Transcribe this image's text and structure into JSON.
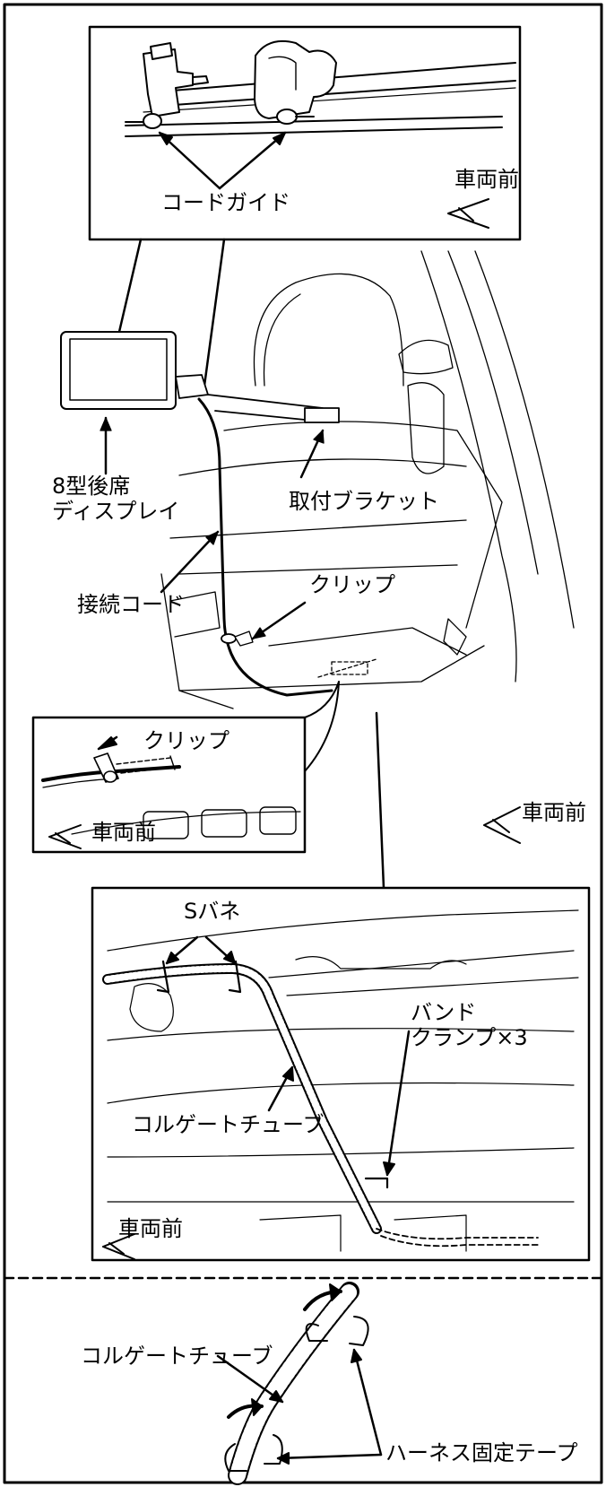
{
  "top_inset": {
    "label_cord_guide": "コードガイド",
    "label_vehicle_front": "車両前"
  },
  "main": {
    "label_display_line1": "8型後席",
    "label_display_line2": "ディスプレイ",
    "label_bracket": "取付ブラケット",
    "label_cord": "接続コード",
    "label_clip": "クリップ",
    "label_vehicle_front": "車両前"
  },
  "clip_inset": {
    "label_clip": "クリップ",
    "label_vehicle_front": "車両前"
  },
  "harness_inset": {
    "label_s_spring": "Sバネ",
    "label_band_line1": "バンド",
    "label_band_line2": "クランプ×3",
    "label_tube": "コルゲートチューブ",
    "label_vehicle_front": "車両前"
  },
  "bottom_section": {
    "label_tube": "コルゲートチューブ",
    "label_tape": "ハーネス固定テープ"
  }
}
